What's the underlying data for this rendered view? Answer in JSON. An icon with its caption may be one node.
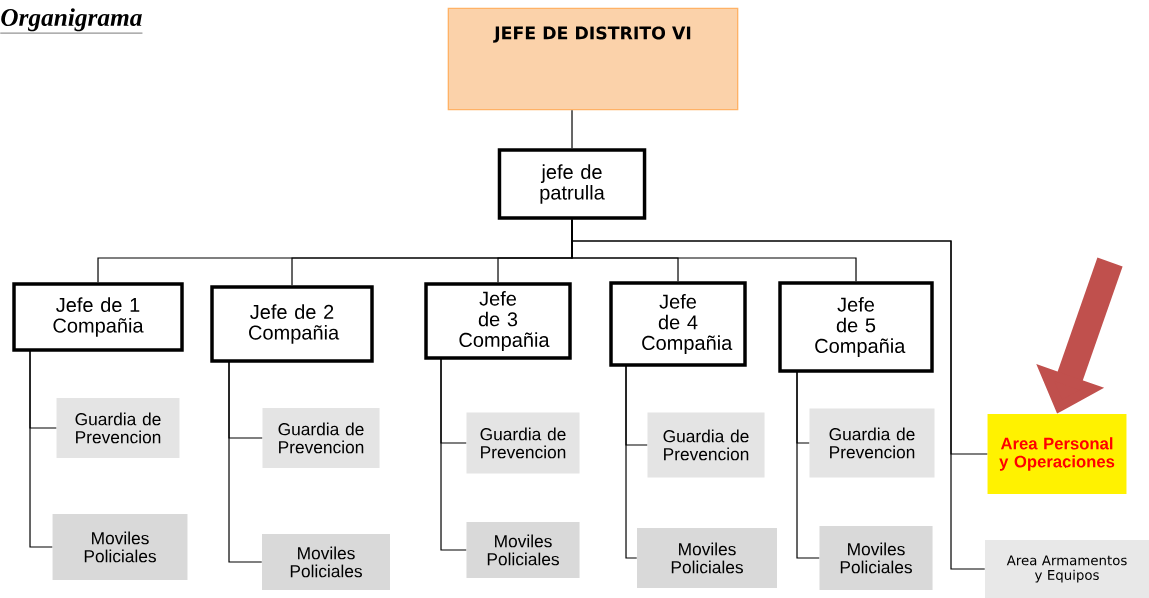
{
  "diagram": {
    "title": "Organigrama",
    "nodes": [
      {
        "text": [
          "JEFE DE DISTRITO VI"
        ]
      },
      {
        "text": [
          "jefe de patrulla"
        ]
      },
      {
        "text": [
          "Jefe de 1 Compañia"
        ]
      },
      {
        "text": [
          "Jefe de 2 Compañia"
        ]
      },
      {
        "text": [
          "Jefe de 3 Compañia"
        ]
      },
      {
        "text": [
          "Jefe de 4 Compañia"
        ]
      },
      {
        "text": [
          "Jefe de 5 Compañia"
        ]
      },
      {
        "text": [
          "Guardia de Prevencion"
        ]
      },
      {
        "text": [
          "Guardia de Prevencion"
        ]
      },
      {
        "text": [
          "Guardia de Prevencion"
        ]
      },
      {
        "text": [
          "Guardia de Prevencion"
        ]
      },
      {
        "text": [
          "Guardia de Prevencion"
        ]
      },
      {
        "text": [
          "Moviles Policiales"
        ]
      },
      {
        "text": [
          "Moviles Policiales"
        ]
      },
      {
        "text": [
          "Moviles Policiales"
        ]
      },
      {
        "text": [
          "Moviles Policiales"
        ]
      },
      {
        "text": [
          "Moviles Policiales"
        ]
      },
      {
        "text": [
          "Area Personal y Operaciones"
        ]
      },
      {
        "text": [
          "Area Armamentos y Equipos"
        ]
      }
    ],
    "edges": [
      {
        "from": 0,
        "to": 1,
        "arrow": "none"
      },
      {
        "from": 1,
        "to": 2,
        "arrow": "none"
      },
      {
        "from": 1,
        "to": 3,
        "arrow": "none"
      },
      {
        "from": 1,
        "to": 4,
        "arrow": "none"
      },
      {
        "from": 1,
        "to": 5,
        "arrow": "none"
      },
      {
        "from": 1,
        "to": 6,
        "arrow": "none"
      },
      {
        "from": 1,
        "to": 17,
        "arrow": "none"
      },
      {
        "from": 1,
        "to": 18,
        "arrow": "none"
      },
      {
        "from": 2,
        "to": 7,
        "arrow": "none"
      },
      {
        "from": 2,
        "to": 12,
        "arrow": "none"
      },
      {
        "from": 3,
        "to": 8,
        "arrow": "none"
      },
      {
        "from": 3,
        "to": 13,
        "arrow": "none"
      },
      {
        "from": 4,
        "to": 9,
        "arrow": "none"
      },
      {
        "from": 4,
        "to": 14,
        "arrow": "none"
      },
      {
        "from": 5,
        "to": 10,
        "arrow": "none"
      },
      {
        "from": 5,
        "to": 15,
        "arrow": "none"
      },
      {
        "from": 6,
        "to": 11,
        "arrow": "none"
      },
      {
        "from": 6,
        "to": 16,
        "arrow": "none"
      },
      {
        "from": null,
        "to": 17,
        "arrow": "to",
        "style": "thick",
        "color": "#c0504d"
      }
    ]
  }
}
